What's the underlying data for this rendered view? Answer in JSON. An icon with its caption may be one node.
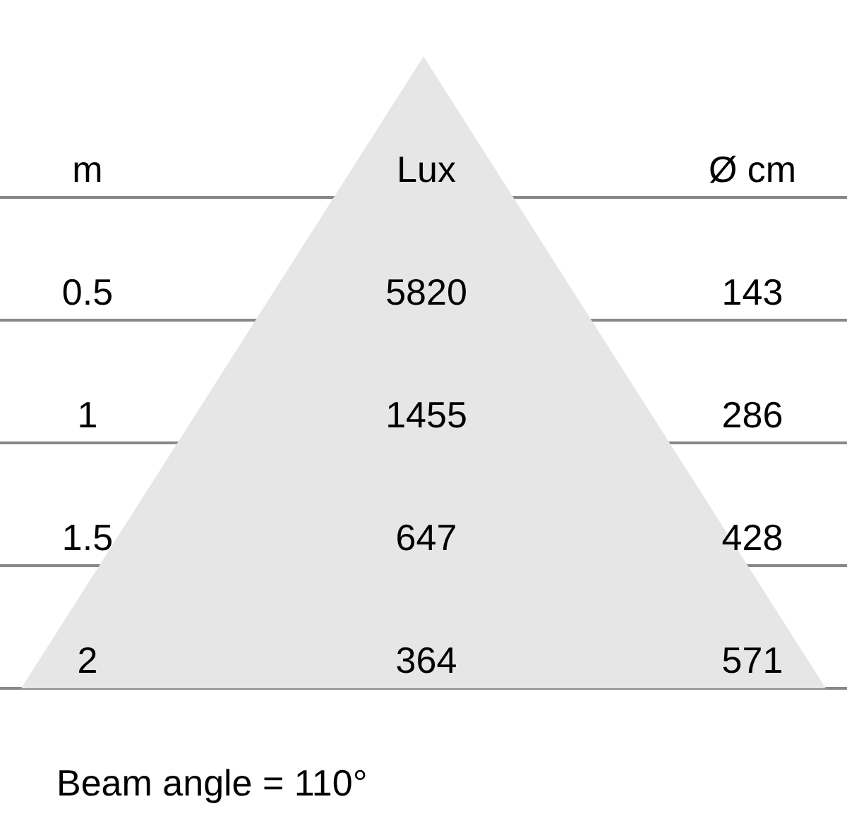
{
  "diagram": {
    "labels": [
      "m",
      "Lux",
      "Ø cm",
      "0.5",
      "5820",
      "143",
      "1",
      "1455",
      "286",
      "1.5",
      "647",
      "428",
      "2",
      "364",
      "571",
      "Beam angle = 110°"
    ]
  }
}
